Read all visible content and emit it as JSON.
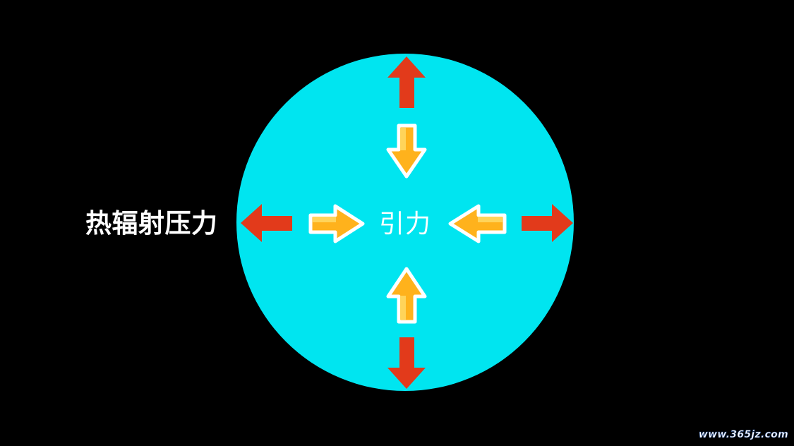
{
  "labels": {
    "pressure": "热辐射压力",
    "gravity": "引力"
  },
  "watermark": "www.365jz.com",
  "colors": {
    "background": "#000000",
    "circle": "#00e5f0",
    "outward_arrow": "#e23a1b",
    "inward_arrow_fill": "#ffb21c",
    "inward_arrow_highlight": "#ffd45a",
    "inward_arrow_outline": "#ffffff",
    "text": "#ffffff"
  },
  "icons": {
    "outward_arrow": "red-arrow-icon",
    "inward_arrow": "yellow-arrow-icon"
  }
}
